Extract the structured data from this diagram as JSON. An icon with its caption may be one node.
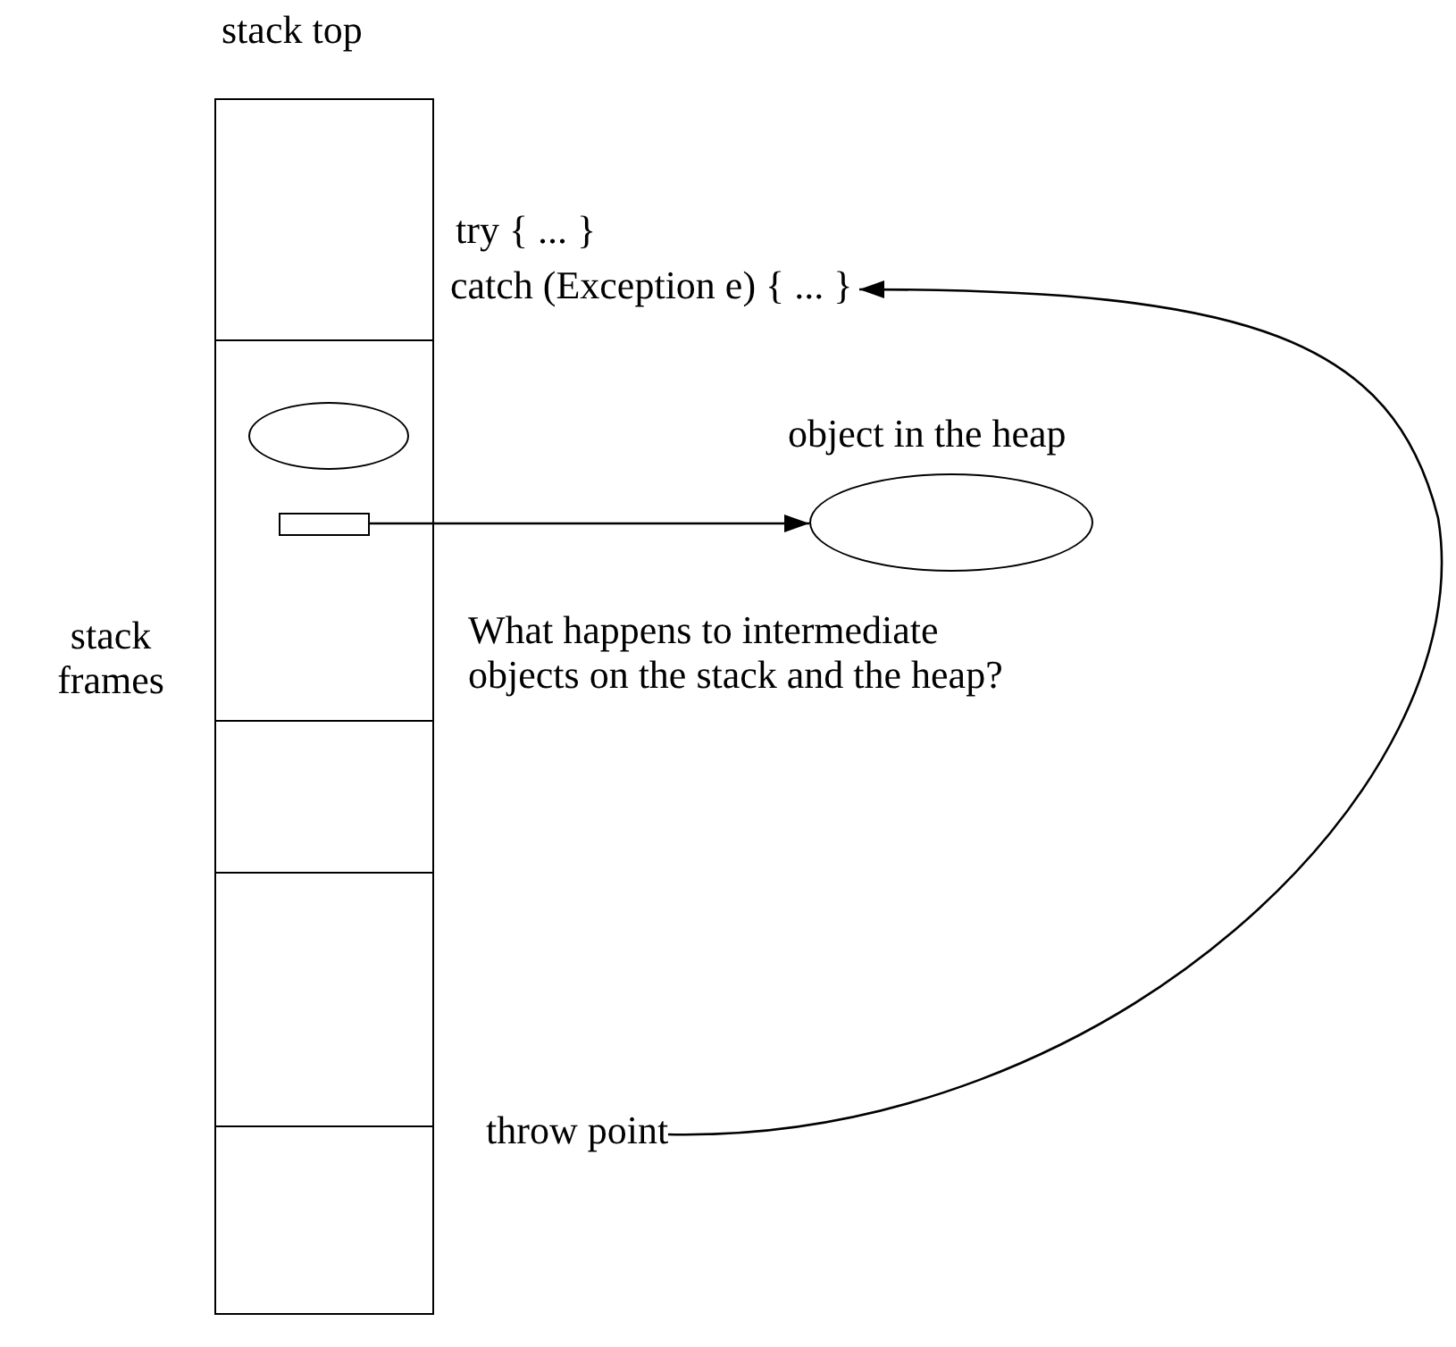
{
  "diagram": {
    "nodes": [
      {
        "text": [],
        "shape": "box"
      },
      {
        "text": [],
        "shape": "box"
      },
      {
        "text": [],
        "shape": "box"
      },
      {
        "text": [],
        "shape": "box"
      },
      {
        "text": [],
        "shape": "box"
      },
      {
        "text": [],
        "shape": "ellipse",
        "in": 1
      },
      {
        "text": [],
        "shape": "box",
        "in": 1
      },
      {
        "text": [],
        "shape": "ellipse",
        "beside": [
          "object in the heap"
        ]
      },
      {
        "text": [
          "catch (Exception e) { ... }"
        ]
      },
      {
        "text": [
          "throw point"
        ]
      }
    ],
    "edges": [
      {
        "from": 6,
        "to": 7,
        "arrow": "to"
      },
      {
        "from": 9,
        "to": 8,
        "arrow": "to"
      }
    ],
    "labels": [
      "stack top",
      "try { ... }",
      "stack frames",
      "What happens to intermediate objects on the stack and the heap?"
    ]
  }
}
